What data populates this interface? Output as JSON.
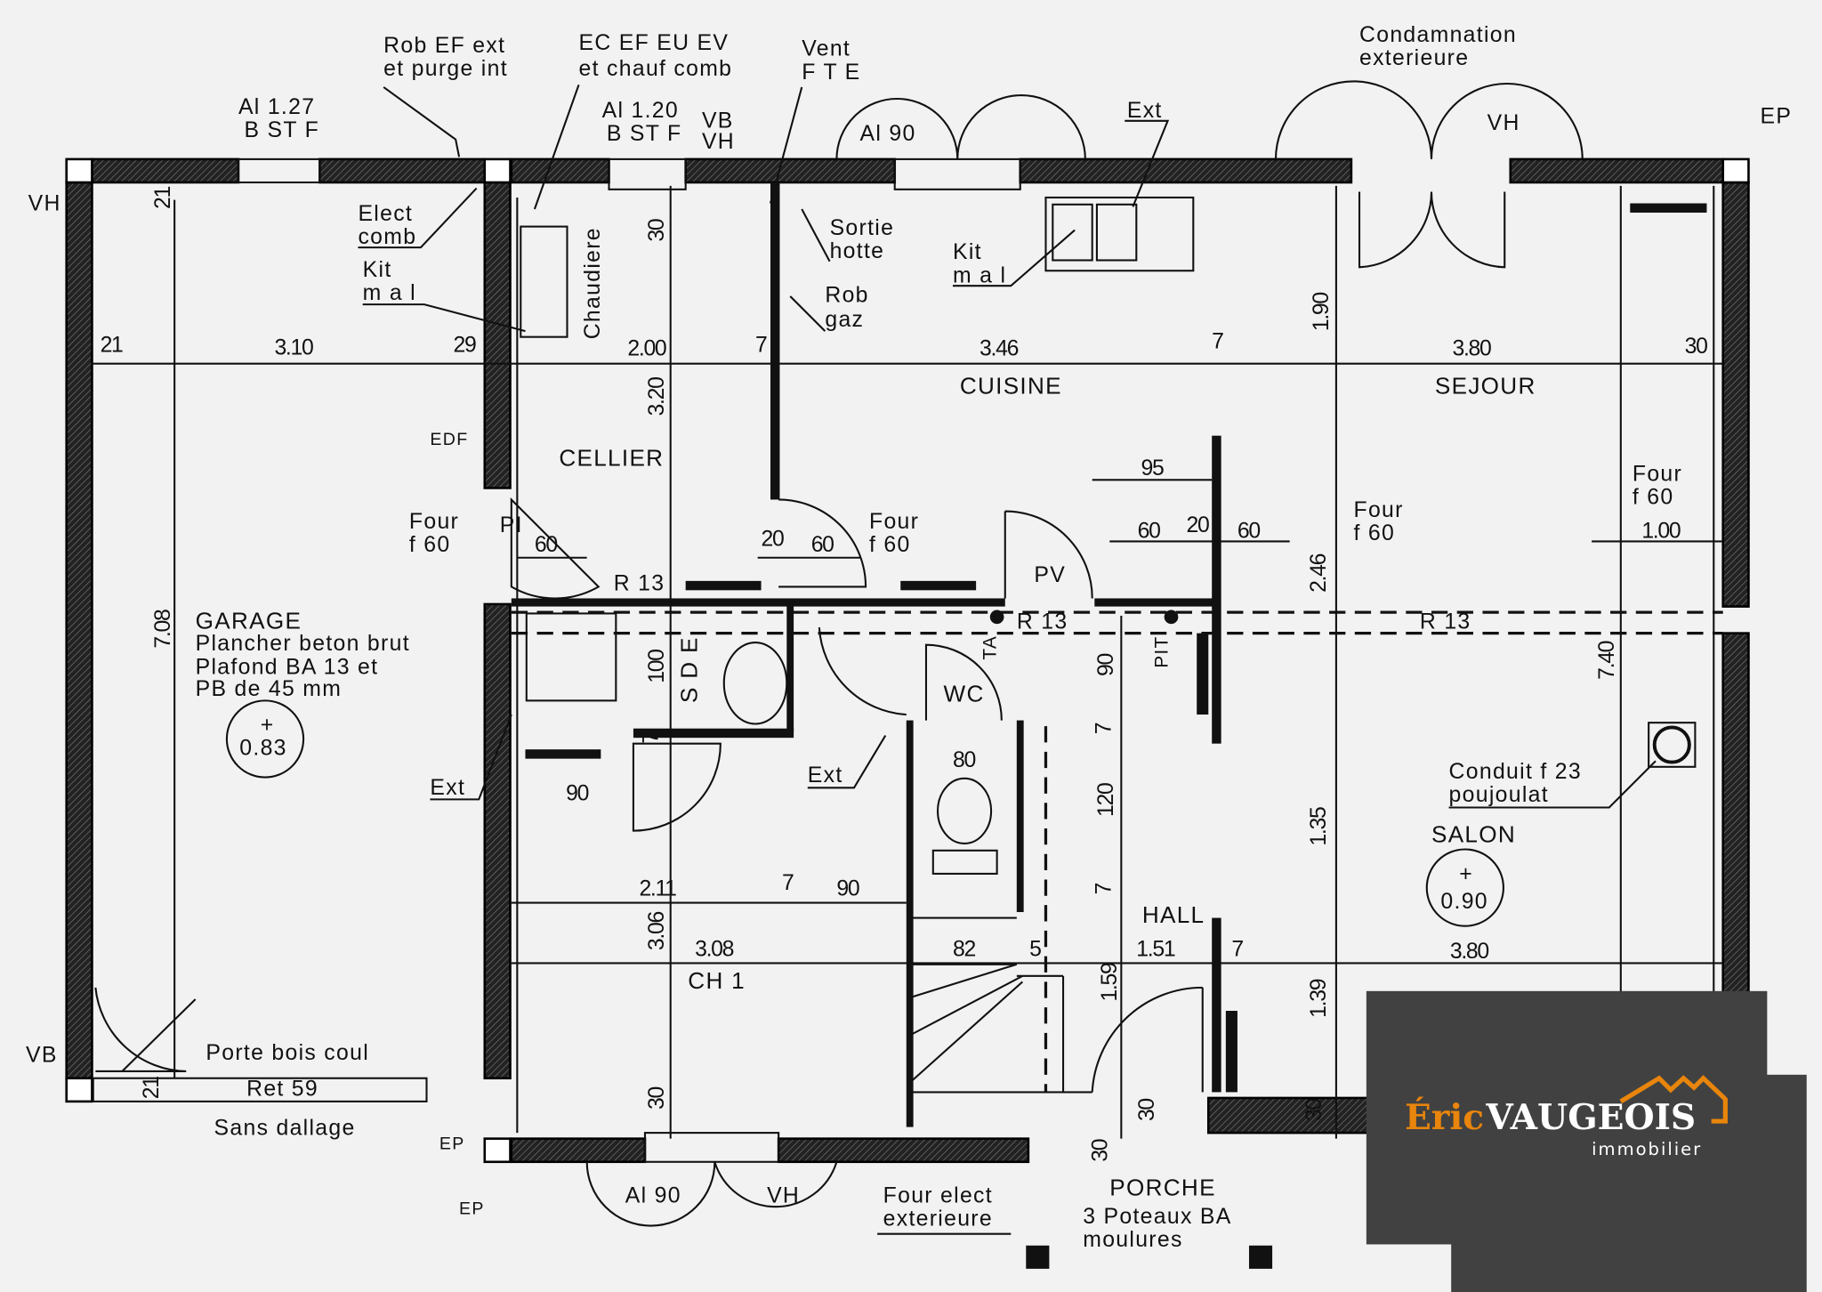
{
  "rooms": {
    "garage": "GARAGE",
    "cellier": "CELLIER",
    "cuisine": "CUISINE",
    "sejour": "SEJOUR",
    "salon": "SALON",
    "hall": "HALL",
    "ch1": "CH 1",
    "wc": "WC",
    "sde": "S D E",
    "porche": "PORCHE"
  },
  "garage_notes": [
    "Plancher beton brut",
    "Plafond BA 13 et",
    "PB de 45 mm"
  ],
  "levels": {
    "garage": "0.83",
    "salon": "0.90",
    "plus": "+"
  },
  "annotations": {
    "rob_ef": [
      "Rob EF ext",
      "et purge int"
    ],
    "ec_ef": [
      "EC EF EU EV",
      "et chauf comb"
    ],
    "vent": [
      "Vent",
      "F T E"
    ],
    "condamnation": [
      "Condamnation",
      "exterieure"
    ],
    "al127": [
      "Al 1.27",
      "B ST F"
    ],
    "al120": [
      "Al 1.20",
      "B ST F"
    ],
    "vb_vh": [
      "VB",
      "VH"
    ],
    "al90_top": "Al 90",
    "ext_top": "Ext",
    "vh_top": "VH",
    "ep_top": "EP",
    "vh_left": "VH",
    "elect": [
      "Elect",
      "comb"
    ],
    "kit_garage": [
      "Kit",
      "m a l"
    ],
    "chaudiere": "Chaudiere",
    "sortie": [
      "Sortie",
      "hotte"
    ],
    "kit_cuisine": [
      "Kit",
      "m a l"
    ],
    "rob_gaz": [
      "Rob",
      "gaz"
    ],
    "edf": "EDF",
    "four_garage": [
      "Four",
      "f 60"
    ],
    "pi": "PI",
    "four_cellier": [
      "Four",
      "f 60"
    ],
    "four_sejour": [
      "Four",
      "f 60"
    ],
    "four_right": [
      "Four",
      "f 60"
    ],
    "pv": "PV",
    "r13": "R 13",
    "ta": "TA",
    "pit": "PIT",
    "ext_garage": "Ext",
    "ext_hall": "Ext",
    "conduit": [
      "Conduit f 23",
      "poujoulat"
    ],
    "porte": "Porte bois coul",
    "ret": "Ret 59",
    "sans_dallage": "Sans dallage",
    "vb_left": "VB",
    "ep_bottom1": "EP",
    "ep_bottom2": "EP",
    "al90_bottom": "Al 90",
    "vh_bottom": "VH",
    "four_elect": [
      "Four elect",
      "exterieure"
    ],
    "porche_notes": [
      "3 Poteaux BA",
      "moulures"
    ]
  },
  "dimensions": {
    "top_row": [
      "21",
      "3.10",
      "29",
      "2.00",
      "7",
      "3.46",
      "7",
      "3.80",
      "30"
    ],
    "vertical": [
      "21",
      "30",
      "3.20",
      "1.90",
      "7.08",
      "2.46",
      "7.40",
      "100",
      "7",
      "90",
      "7",
      "120",
      "7",
      "1.35",
      "3.06",
      "1.59",
      "1.39",
      "30",
      "30",
      "30",
      "30",
      "21"
    ],
    "misc": [
      "95",
      "60",
      "20",
      "60",
      "1.00",
      "20",
      "60",
      "60",
      "90",
      "80",
      "2.11",
      "7",
      "90",
      "82",
      "5",
      "1.51",
      "7",
      "3.08",
      "3.80"
    ]
  },
  "logo": {
    "first": "Éric",
    "last": "VAUGEOIS",
    "sub": "immobilier",
    "accent": "#e8850c",
    "bg": "#414141"
  }
}
